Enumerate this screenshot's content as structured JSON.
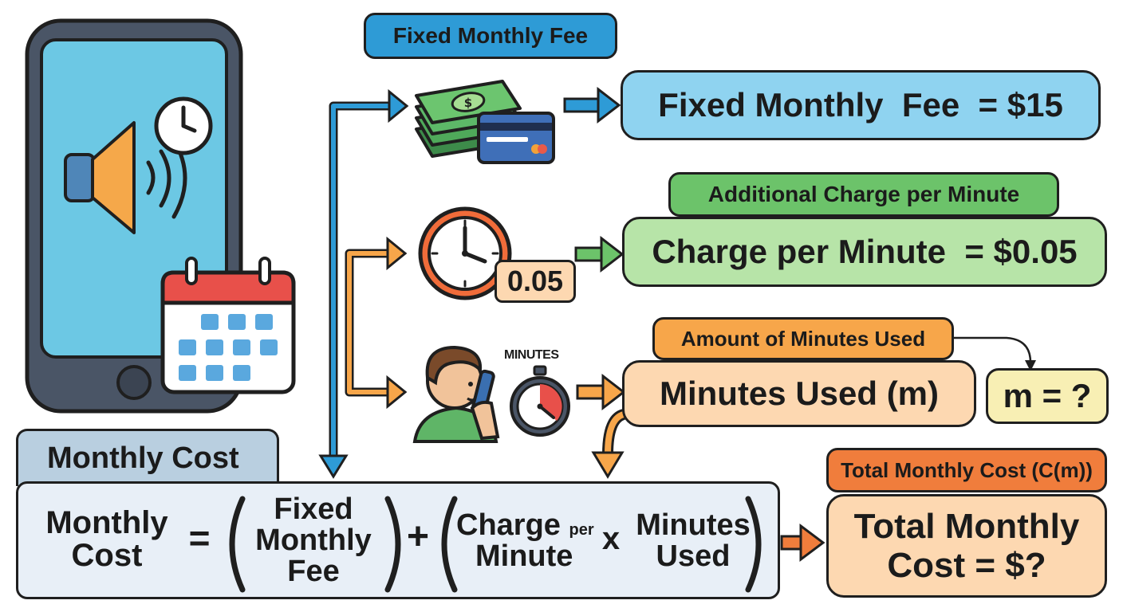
{
  "labels": {
    "fixed_fee_tag": "Fixed Monthly Fee",
    "fixed_fee_box": "Fixed Monthly  Fee  = $15",
    "charge_tag": "Additional Charge per Minute",
    "charge_box": "Charge per Minute  = $0.05",
    "clock_badge": "0.05",
    "minutes_tag": "Amount of Minutes Used",
    "minutes_box": "Minutes Used (m)",
    "m_box": "m = ?",
    "stopwatch_label": "MINUTES",
    "monthly_cost_tab": "Monthly Cost",
    "total_tag": "Total Monthly Cost (C(m))",
    "total_box_line1": "Total Monthly",
    "total_box_line2": "Cost = $?"
  },
  "formula": {
    "lhs_line1": "Monthly",
    "lhs_line2": "Cost",
    "equals": "=",
    "fixed_line1": "Fixed",
    "fixed_line2": "Monthly",
    "fixed_line3": "Fee",
    "plus": "+",
    "charge_line1": "Charge",
    "charge_per": "per",
    "charge_line2": "Minute",
    "times": "x",
    "minutes_line1": "Minutes",
    "minutes_line2": "Used"
  },
  "colors": {
    "blue": "#8fd3f0",
    "blue_dark": "#2e9bd6",
    "green": "#b7e4a8",
    "green_dark": "#6cc36a",
    "orange": "#f7a64a",
    "orange_light": "#fdd8b1",
    "orange_dark": "#f07d3c",
    "yellow": "#f8efb4",
    "formula_bg": "#e8eff7",
    "tab_bg": "#b9cfe0"
  },
  "icons": [
    "phone-icon",
    "speaker-icon",
    "sound-waves-icon",
    "clock-icon",
    "calendar-icon",
    "money-stack-icon",
    "credit-card-icon",
    "wall-clock-icon",
    "person-on-phone-icon",
    "stopwatch-icon"
  ]
}
